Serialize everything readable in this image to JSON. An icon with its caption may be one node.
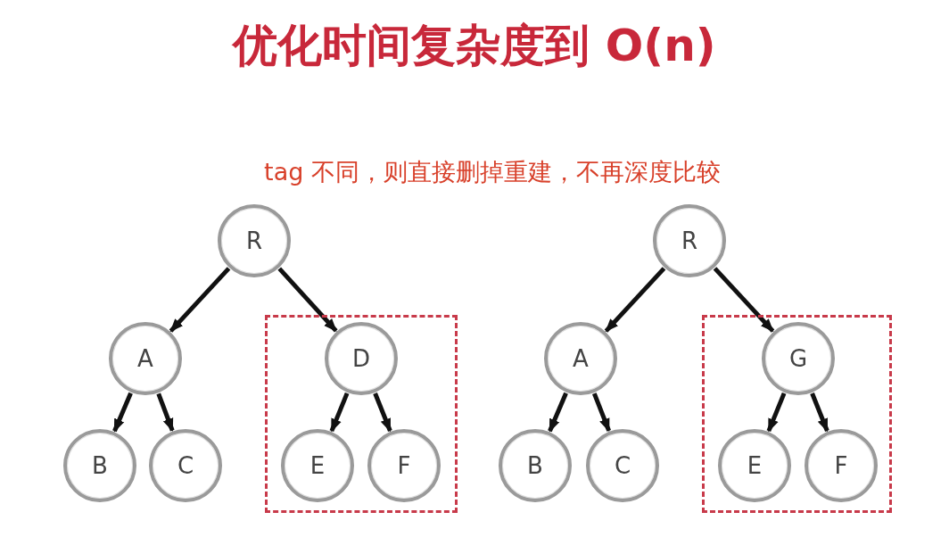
{
  "diagram": {
    "title": "优化时间复杂度到 O(n)",
    "nodes": [
      {
        "text": [
          "R"
        ]
      },
      {
        "text": [
          "A"
        ]
      },
      {
        "text": [],
        "shape": "box"
      },
      {
        "text": [
          "D"
        ],
        "in": 2
      },
      {
        "text": [
          "B"
        ]
      },
      {
        "text": [
          "C"
        ]
      },
      {
        "text": [
          "E"
        ],
        "in": 2
      },
      {
        "text": [
          "F"
        ],
        "in": 2
      },
      {
        "text": [
          "R"
        ]
      },
      {
        "text": [
          "A"
        ]
      },
      {
        "text": [],
        "shape": "box"
      },
      {
        "text": [
          "G"
        ],
        "in": 10
      },
      {
        "text": [
          "B"
        ]
      },
      {
        "text": [
          "C"
        ]
      },
      {
        "text": [
          "E"
        ],
        "in": 10
      },
      {
        "text": [
          "F"
        ],
        "in": 10
      }
    ],
    "edges": [
      {
        "from": 0,
        "to": 1,
        "arrow": "to"
      },
      {
        "from": 0,
        "to": 3,
        "arrow": "to"
      },
      {
        "from": 1,
        "to": 4,
        "arrow": "to"
      },
      {
        "from": 1,
        "to": 5,
        "arrow": "to"
      },
      {
        "from": 3,
        "to": 6,
        "arrow": "to"
      },
      {
        "from": 3,
        "to": 7,
        "arrow": "to"
      },
      {
        "from": 8,
        "to": 9,
        "arrow": "to"
      },
      {
        "from": 8,
        "to": 11,
        "arrow": "to"
      },
      {
        "from": 9,
        "to": 12,
        "arrow": "to"
      },
      {
        "from": 9,
        "to": 13,
        "arrow": "to"
      },
      {
        "from": 11,
        "to": 14,
        "arrow": "to"
      },
      {
        "from": 11,
        "to": 15,
        "arrow": "to"
      }
    ],
    "labels": [
      "tag 不同，则直接删掉重建，不再深度比较"
    ]
  }
}
